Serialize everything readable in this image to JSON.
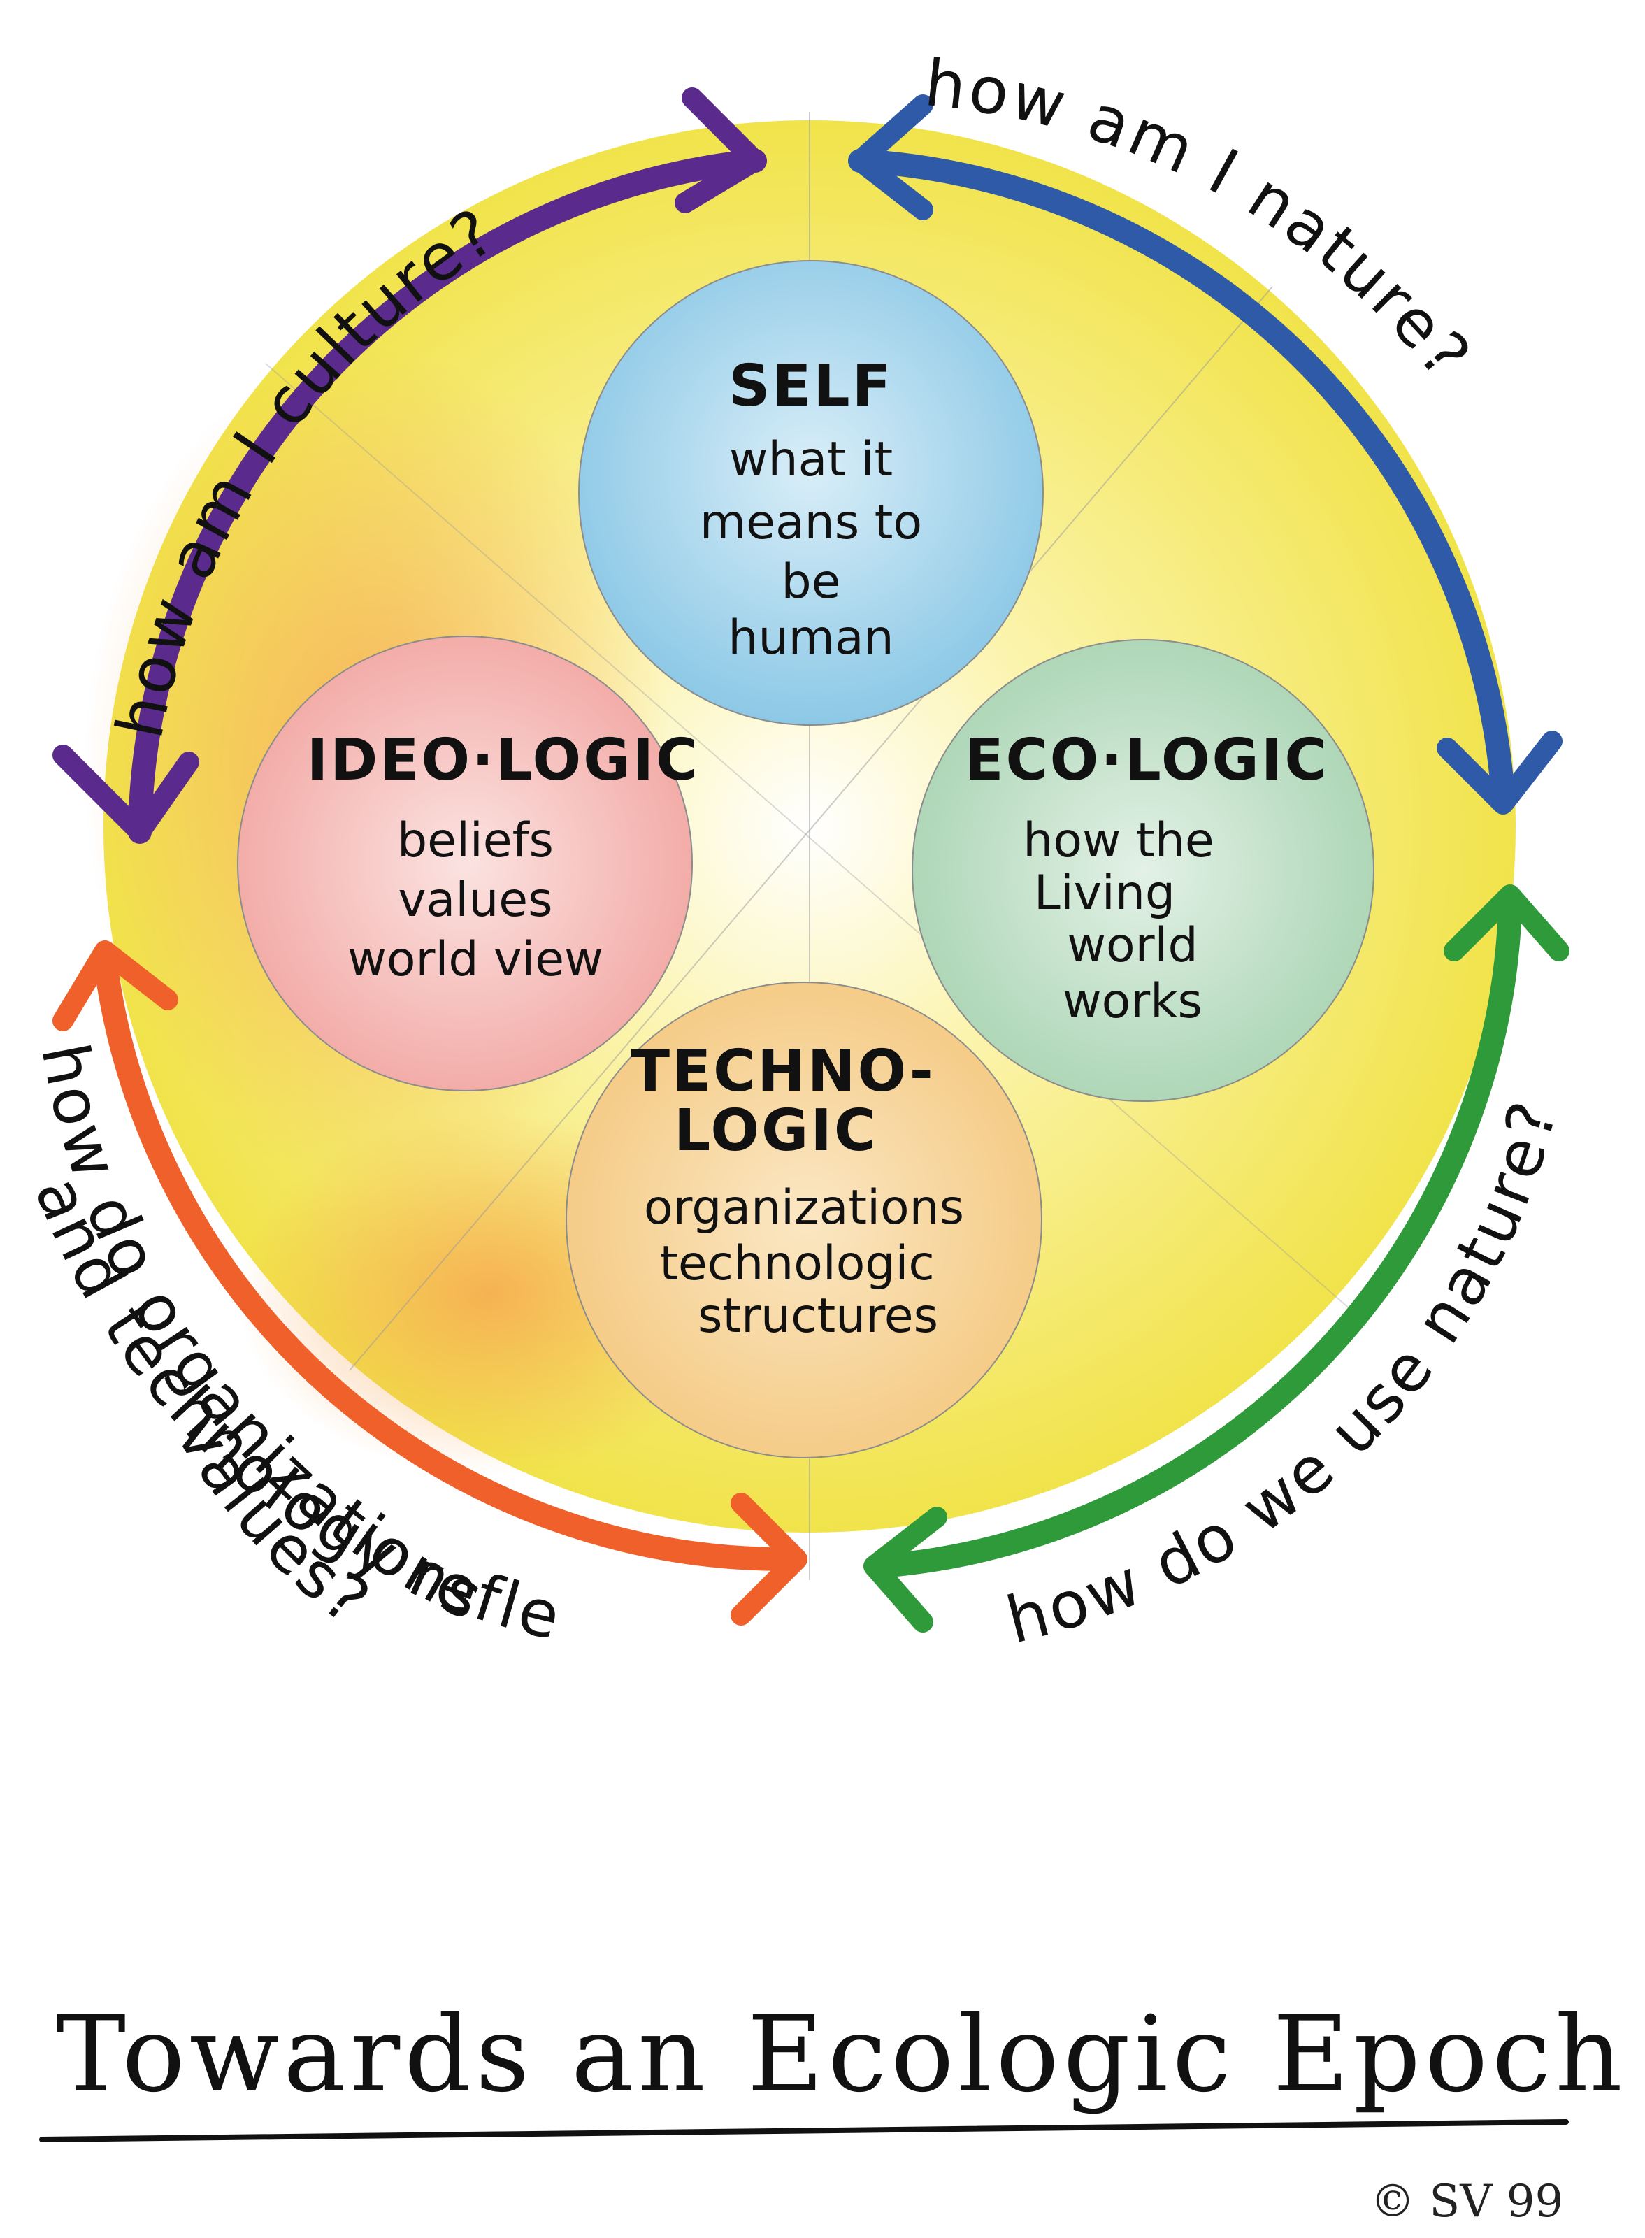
{
  "colors": {
    "ring_yellow": "#f1e34a",
    "ring_orange": "#f3b24c",
    "self_blue": "#8cc8e6",
    "ideo_pink": "#f2a7a3",
    "eco_green": "#a9d4b3",
    "techno_peach": "#f4c981",
    "arrow_purple": "#5a2a8c",
    "arrow_blue": "#2f5aa8",
    "arrow_green": "#2f9a3a",
    "arrow_orange": "#f0602a"
  },
  "circles": {
    "self": {
      "title": "SELF",
      "lines": [
        "what it",
        "means to",
        "be",
        "human"
      ]
    },
    "ideo": {
      "title": "IDEO·LOGIC",
      "lines": [
        "beliefs",
        "values",
        "world view"
      ]
    },
    "eco": {
      "title": "ECO·LOGIC",
      "lines": [
        "how the",
        "Living",
        "world",
        "works"
      ]
    },
    "techno": {
      "title_lines": [
        "TECHNO-",
        "LOGIC"
      ],
      "lines": [
        "organizations",
        "technologic",
        "structures"
      ]
    }
  },
  "arc_labels": {
    "culture": "how am I culture?",
    "nature": "how am I nature?",
    "use_nature": "how do we use nature?",
    "organizations": [
      "how do organizations",
      "and technology reflect",
      "values?"
    ]
  },
  "footer": {
    "title": "Towards an Ecologic Epoch",
    "copyright": "© SV 99"
  }
}
